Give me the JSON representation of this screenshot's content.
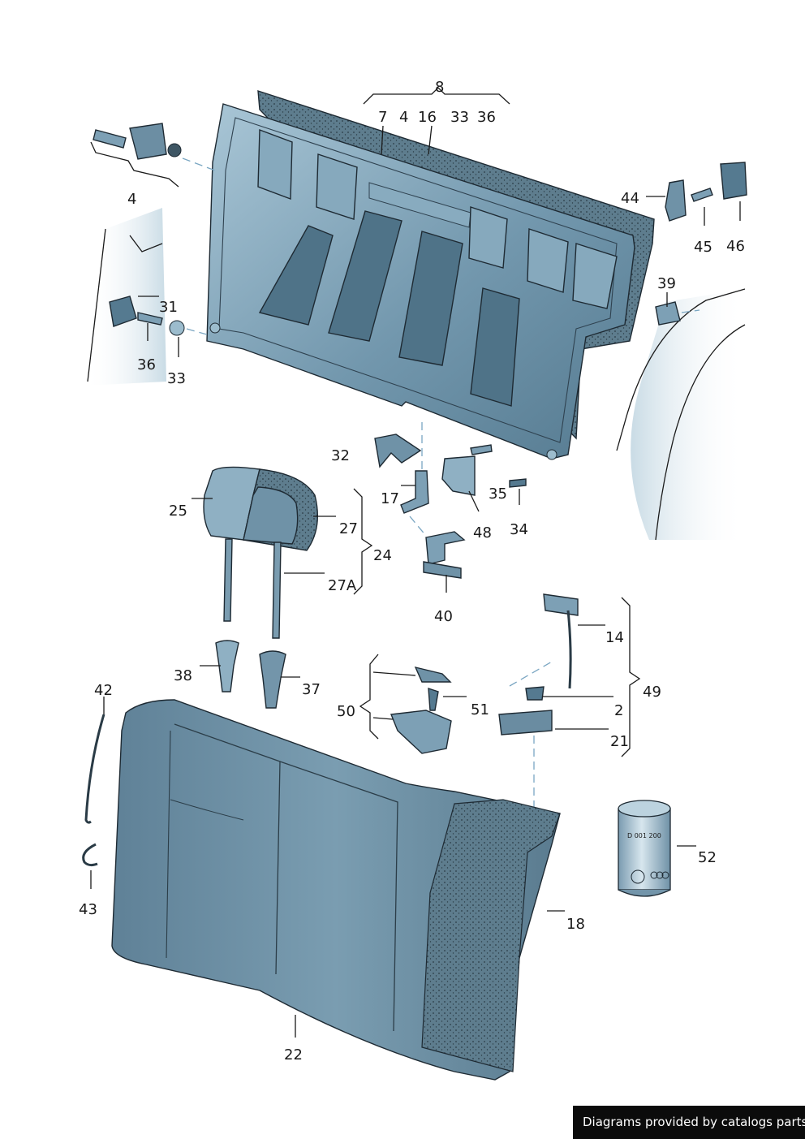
{
  "callouts": {
    "c8": "8",
    "c7": "7",
    "c4a": "4",
    "c16": "16",
    "c33a": "33",
    "c36a": "36",
    "c4b": "4",
    "c44": "44",
    "c45": "45",
    "c46": "46",
    "c31": "31",
    "c36b": "36",
    "c33b": "33",
    "c39": "39",
    "c32": "32",
    "c17": "17",
    "c35": "35",
    "c34": "34",
    "c48": "48",
    "c40": "40",
    "c25": "25",
    "c27": "27",
    "c24": "24",
    "c27A": "27A",
    "c38": "38",
    "c37": "37",
    "c42": "42",
    "c43": "43",
    "c50": "50",
    "c51": "51",
    "c14": "14",
    "c2": "2",
    "c49": "49",
    "c21": "21",
    "c52": "52",
    "c18": "18",
    "c22": "22"
  },
  "labels": {
    "filter_part_no": "D 001 200"
  },
  "footer": {
    "credit": "Diagrams provided by catalogs parts"
  },
  "colors": {
    "part_fill": "#6e93a8",
    "part_dark": "#4e7186",
    "part_light": "#a9c6d6",
    "foam": "#5f7f90",
    "background": "#ffffff",
    "footer_bg": "#0b0b0b"
  }
}
